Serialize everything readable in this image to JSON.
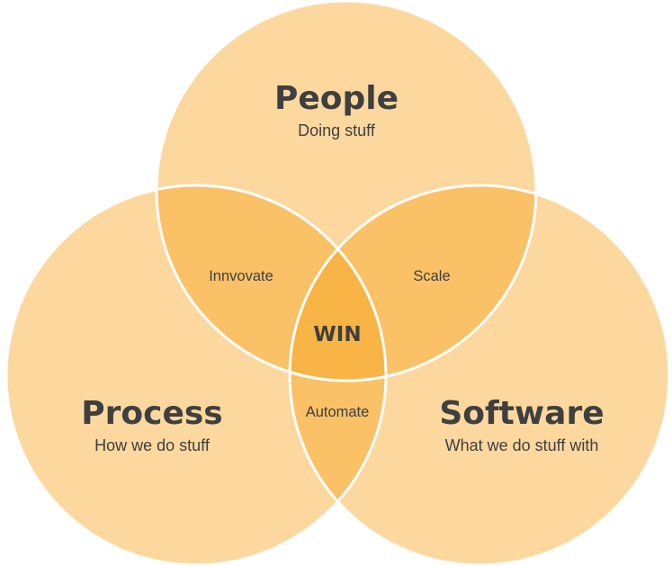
{
  "diagram": {
    "sets": [
      {
        "id": "people",
        "title": "People",
        "subtitle": "Doing stuff"
      },
      {
        "id": "process",
        "title": "Process",
        "subtitle": "How we do stuff"
      },
      {
        "id": "software",
        "title": "Software",
        "subtitle": "What we do stuff with"
      }
    ],
    "overlaps": {
      "people_process": "Innvovate",
      "people_software": "Scale",
      "process_software": "Automate",
      "all": "WIN"
    },
    "colors": {
      "circle_fill": "#f9a11b",
      "circle_fill_opacity": 0.42,
      "outline": "#ffffff",
      "text": "#3f3f3f"
    }
  }
}
